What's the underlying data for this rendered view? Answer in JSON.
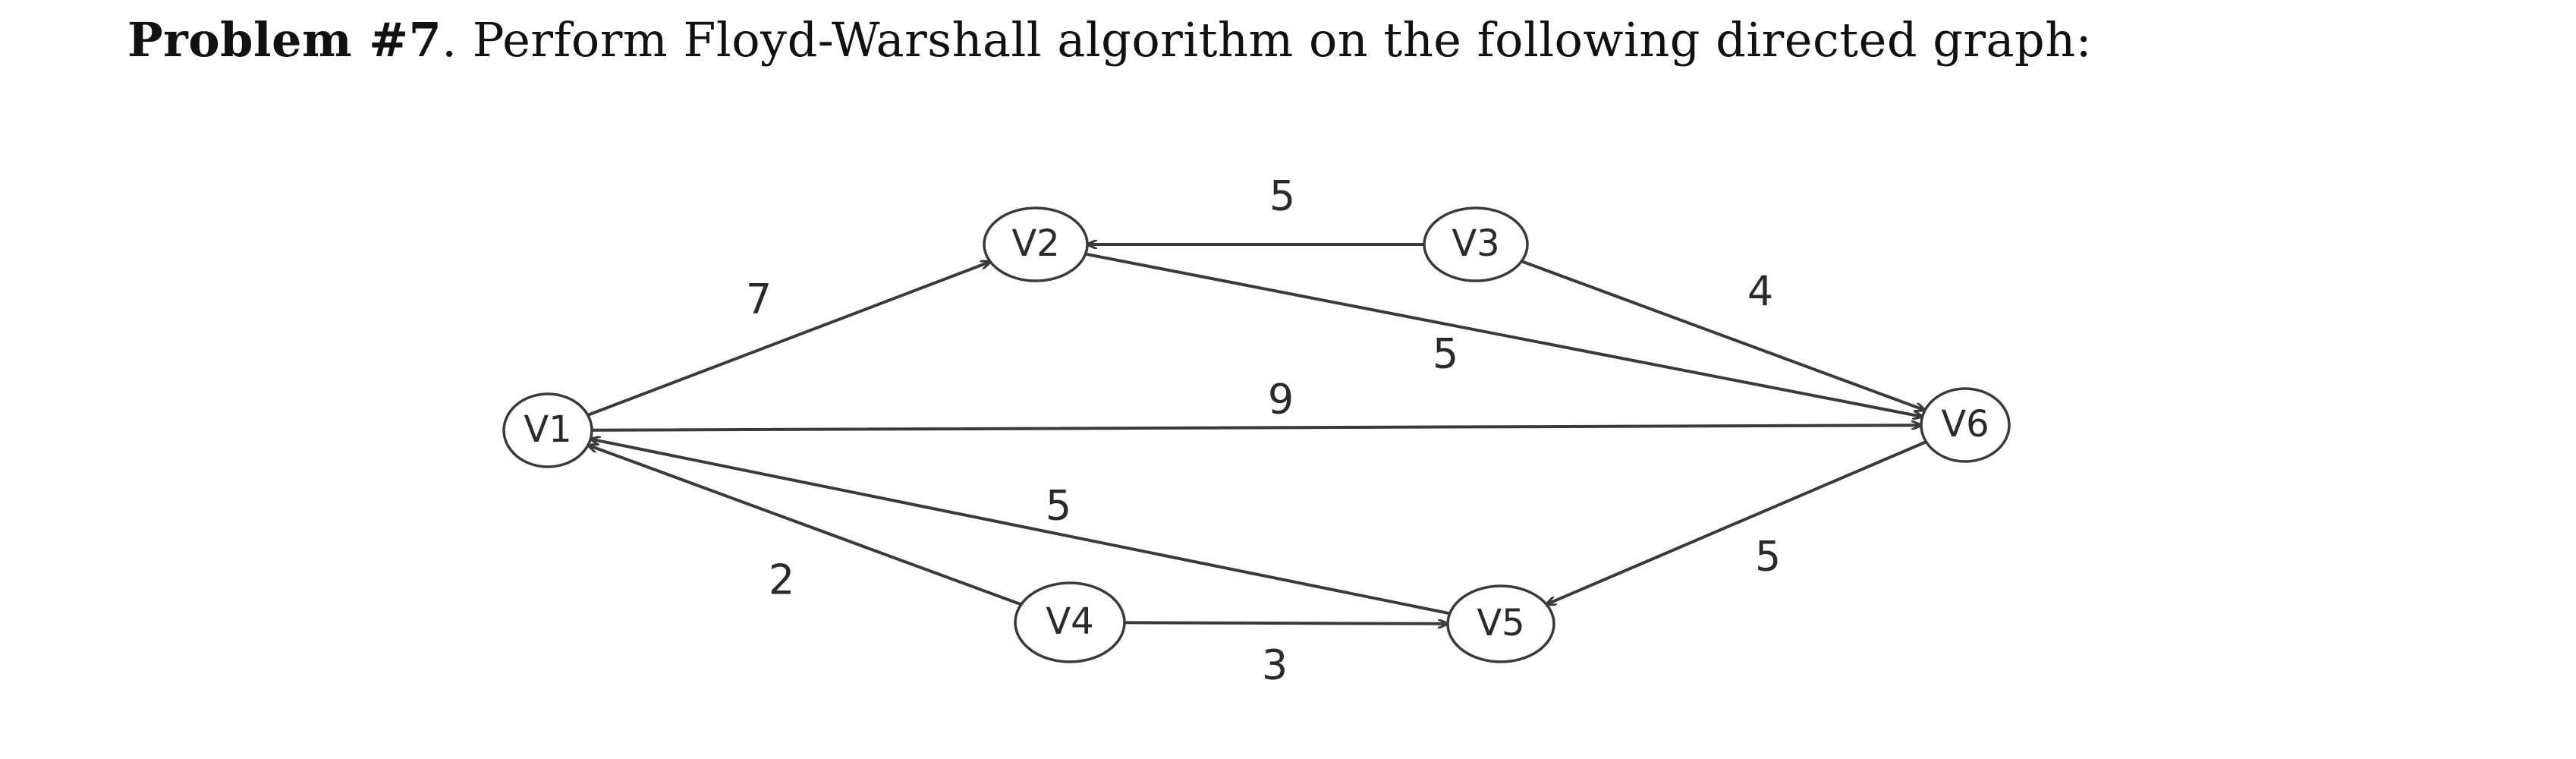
{
  "problem": {
    "label": "Problem #7",
    "text": ". Perform Floyd-Warshall algorithm on the following directed graph:"
  },
  "graph": {
    "directed": true,
    "nodes": [
      {
        "id": "V1",
        "label": "V1"
      },
      {
        "id": "V2",
        "label": "V2"
      },
      {
        "id": "V3",
        "label": "V3"
      },
      {
        "id": "V4",
        "label": "V4"
      },
      {
        "id": "V5",
        "label": "V5"
      },
      {
        "id": "V6",
        "label": "V6"
      }
    ],
    "edges": [
      {
        "from": "V1",
        "to": "V2",
        "weight": "7"
      },
      {
        "from": "V3",
        "to": "V2",
        "weight": "5"
      },
      {
        "from": "V3",
        "to": "V6",
        "weight": "4"
      },
      {
        "from": "V2",
        "to": "V6",
        "weight": "5"
      },
      {
        "from": "V1",
        "to": "V6",
        "weight": "9"
      },
      {
        "from": "V5",
        "to": "V1",
        "weight": "5"
      },
      {
        "from": "V4",
        "to": "V1",
        "weight": "2"
      },
      {
        "from": "V4",
        "to": "V5",
        "weight": "3"
      },
      {
        "from": "V6",
        "to": "V5",
        "weight": "5"
      }
    ]
  }
}
